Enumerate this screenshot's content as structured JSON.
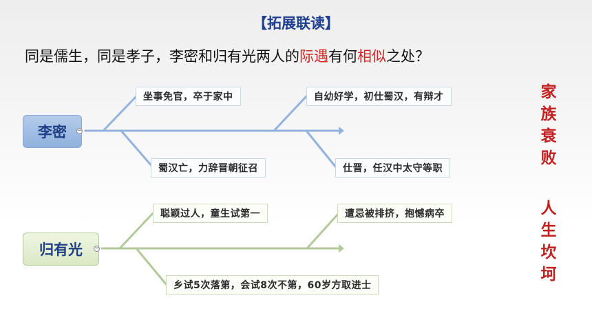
{
  "heading": "【拓展联读】",
  "question": {
    "before": "同是儒生，同是孝子，李密和归有光两人的",
    "hl1": "际遇",
    "middle": "有何",
    "hl2": "相似",
    "after": "之处？"
  },
  "mindmap": {
    "li_mi": {
      "label": "李密",
      "branches": [
        "坐事免官，卒于家中",
        "自幼好学，初仕蜀汉，有辩才",
        "蜀汉亡，力辞晋朝征召",
        "仕晋，任汉中太守等职"
      ]
    },
    "gui_youguang": {
      "label": "归有光",
      "branches": [
        "聪颖过人，童生试第一",
        "遭忌被排挤，抱憾病卒",
        "乡试5次落第，会试8次不第，60岁方取进士"
      ]
    }
  },
  "conclusions": [
    [
      "家",
      "族",
      "衰",
      "败"
    ],
    [
      "人",
      "生",
      "坎",
      "坷"
    ]
  ],
  "colors": {
    "title_blue": "#1f3f8f",
    "highlight_red": "#d42424",
    "line_blue": "#93b3dc",
    "line_green": "#b2c99a"
  }
}
